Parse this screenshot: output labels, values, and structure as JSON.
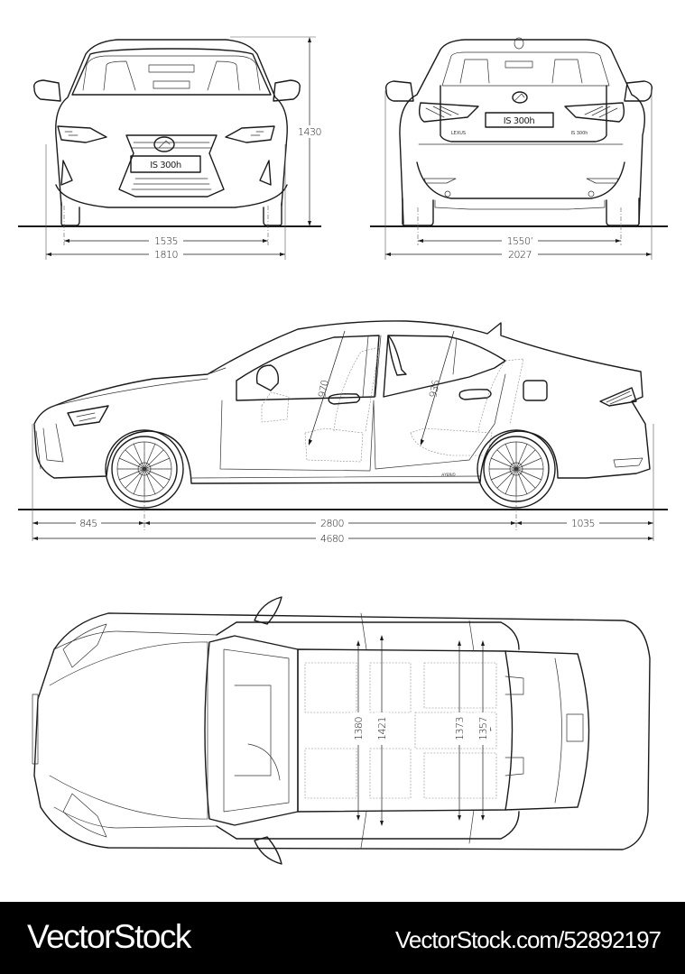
{
  "diagram": {
    "subject": "Lexus IS 300h sedan blueprint",
    "units": "mm",
    "front_view": {
      "plate_text": "IS 300h",
      "height": "1430",
      "front_track": "1535",
      "width": "1810"
    },
    "rear_view": {
      "plate_text": "IS 300h",
      "badge_left": "LEXUS",
      "badge_right": "IS 300h",
      "rear_track": "1550’",
      "width_with_mirrors": "2027"
    },
    "side_view": {
      "front_overhang": "845",
      "wheelbase": "2800",
      "rear_overhang": "1035",
      "length": "4680",
      "front_headroom": "970",
      "rear_headroom": "936",
      "side_badge": "HYBRID"
    },
    "top_view": {
      "front_shoulder_width": "1380",
      "front_interior_width": "1421",
      "rear_interior_width": "1373",
      "rear_shoulder_width": "1357"
    }
  },
  "footer": {
    "brand": "VectorStock",
    "url": "VectorStock.com/52892197"
  }
}
